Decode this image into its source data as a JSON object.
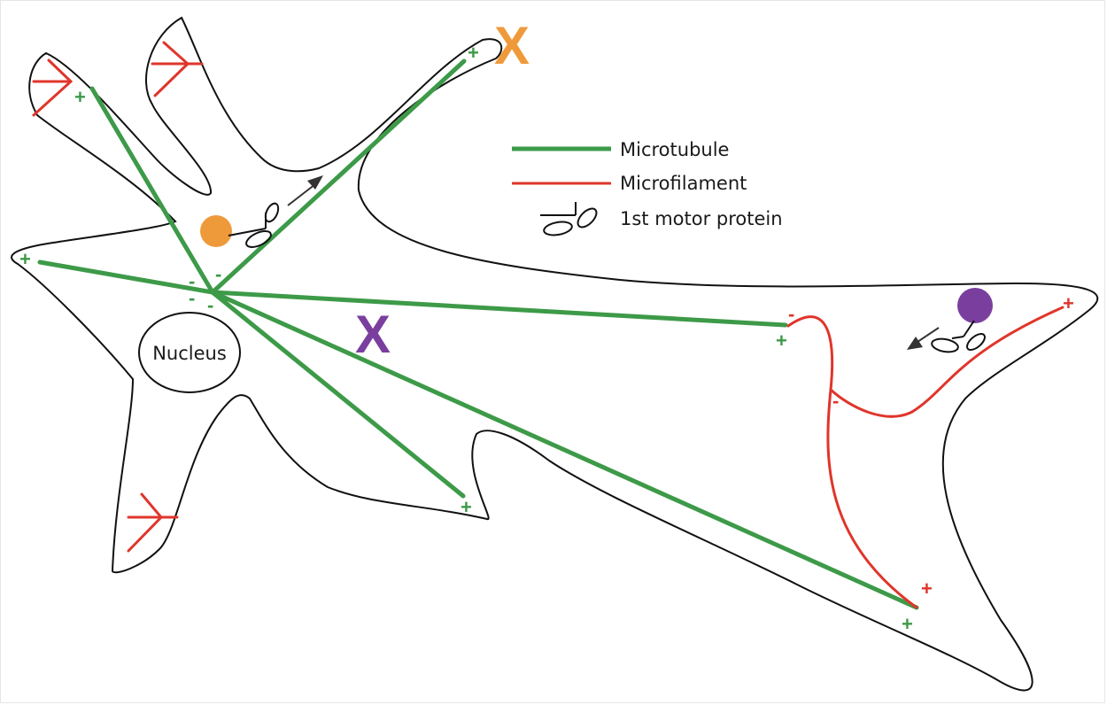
{
  "colors": {
    "microtubule": "#3d9a48",
    "microfilament": "#e0352b",
    "outline": "#111111",
    "orange": "#ef9a3a",
    "purple": "#7a3f9e",
    "arrow": "#333333"
  },
  "nucleus_label": "Nucleus",
  "legend": {
    "microtubule": "Microtubule",
    "microfilament": "Microfilament",
    "motor": "1st motor protein"
  },
  "markers": {
    "orange_x": "X",
    "purple_x": "X"
  },
  "signs": {
    "plus": "+",
    "minus": "-"
  }
}
